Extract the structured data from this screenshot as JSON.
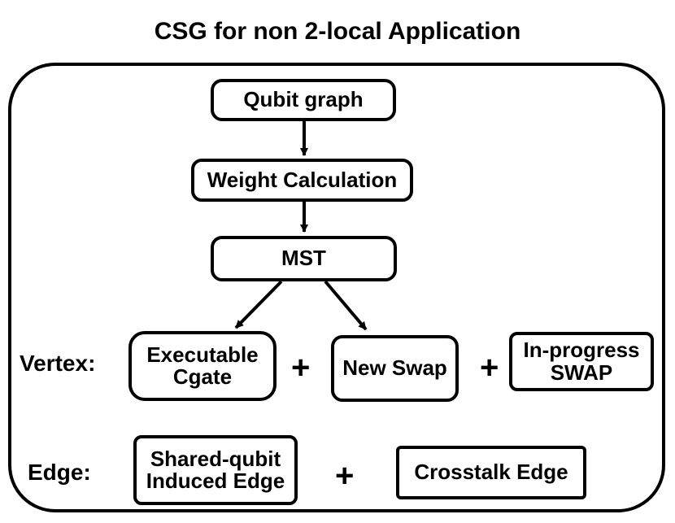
{
  "title": "CSG for non 2-local Application",
  "nodes": {
    "qubit_graph": "Qubit graph",
    "weight_calculation": "Weight Calculation",
    "mst": "MST",
    "executable_cgate": [
      "Executable",
      "Cgate"
    ],
    "new_swap": "New Swap",
    "in_progress_swap": [
      "In-progress",
      "SWAP"
    ],
    "shared_qubit_edge": [
      "Shared-qubit",
      "Induced Edge"
    ],
    "crosstalk_edge": "Crosstalk Edge"
  },
  "labels": {
    "vertex": "Vertex:",
    "edge": "Edge:",
    "plus": "+"
  }
}
